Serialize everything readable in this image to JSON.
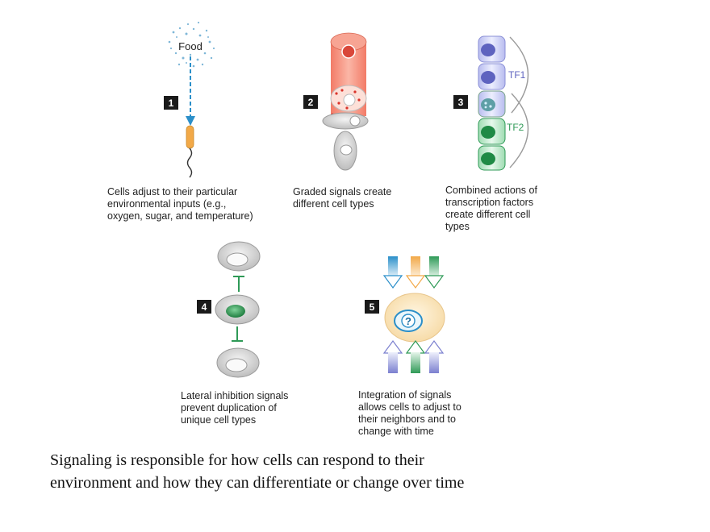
{
  "panels": [
    {
      "number": "1",
      "lines": [
        "Cells adjust to their particular",
        "environmental inputs (e.g.,",
        "oxygen, sugar, and temperature)"
      ]
    },
    {
      "number": "2",
      "lines": [
        "Graded signals create",
        "different cell types"
      ]
    },
    {
      "number": "3",
      "lines": [
        "Combined actions of",
        "transcription factors",
        "create different cell",
        "types"
      ]
    },
    {
      "number": "4",
      "lines": [
        "Lateral inhibition signals",
        "prevent duplication of",
        "unique cell types"
      ]
    },
    {
      "number": "5",
      "lines": [
        "Integration of signals",
        "allows cells to adjust to",
        "their neighbors and to",
        "change with time"
      ]
    }
  ],
  "labels": {
    "food": "Food",
    "tf1": "TF1",
    "tf2": "TF2",
    "question": "?"
  },
  "caption": {
    "line1": "Signaling is responsible for how cells can respond to their",
    "line2": "environment and how they can differentiate or change over time"
  },
  "colors": {
    "cell_gray": "#c9c9c9",
    "signal_red": "#e8735f",
    "tf1_purple": "#8a8fd6",
    "tf2_green": "#2f9a57",
    "orange": "#f2a948",
    "blue": "#2b8fc9",
    "cell_cream": "#fbe3b6"
  }
}
